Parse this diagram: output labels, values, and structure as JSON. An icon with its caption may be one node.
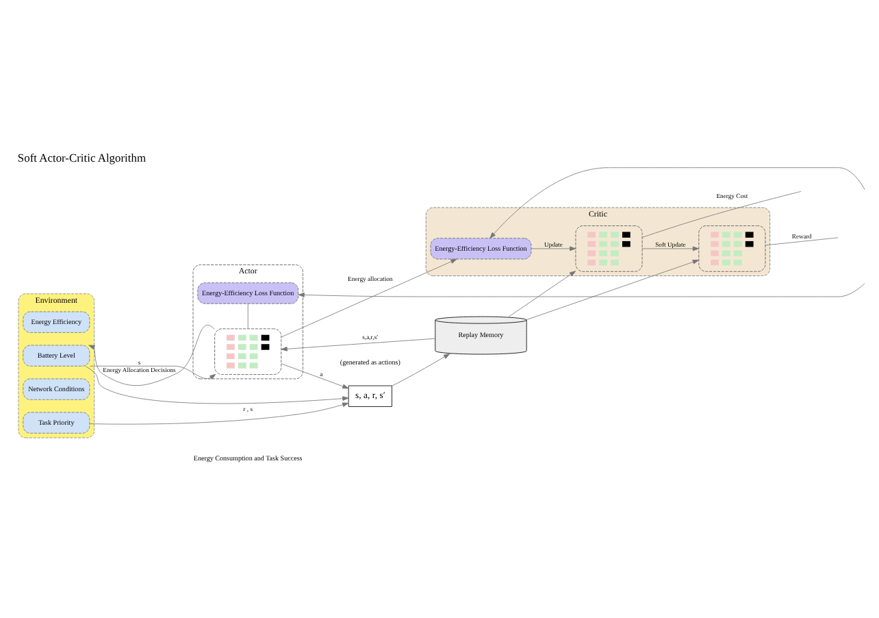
{
  "diagram": {
    "title": "Soft Actor-Critic Algorithm",
    "nodes": [
      {
        "text": [
          "Environment"
        ]
      },
      {
        "text": [
          "Energy Efficiency"
        ],
        "in": 0
      },
      {
        "text": [
          "Battery Level"
        ],
        "in": 0
      },
      {
        "text": [
          "Network Conditions"
        ],
        "in": 0
      },
      {
        "text": [
          "Task Priority"
        ],
        "in": 0
      },
      {
        "text": [
          "Actor"
        ]
      },
      {
        "text": [
          "Energy-Efficiency Loss Function"
        ],
        "in": 5
      },
      {
        "text": [],
        "shape": "picture",
        "in": 5
      },
      {
        "text": [
          "Critic"
        ]
      },
      {
        "text": [
          "Energy-Efficiency Loss Function"
        ],
        "in": 8
      },
      {
        "text": [],
        "shape": "picture",
        "in": 8
      },
      {
        "text": [],
        "shape": "picture",
        "in": 8
      },
      {
        "text": [
          "s, a, r, s′"
        ]
      },
      {
        "text": [
          "Replay Memory"
        ]
      }
    ],
    "edges": [
      {
        "from": null,
        "to": 9,
        "arrow": "to"
      },
      {
        "from": null,
        "to": 6,
        "arrow": "to"
      },
      {
        "from": 6,
        "to": 7,
        "arrow": "none"
      },
      {
        "from": 7,
        "to": 2,
        "label": "Energy Allocation Decisions",
        "arrow": "to"
      },
      {
        "from": 2,
        "to": 7,
        "label": "s",
        "arrow": "to"
      },
      {
        "from": 7,
        "to": 9,
        "label": "Energy allocation",
        "arrow": "to"
      },
      {
        "from": 9,
        "to": 10,
        "label": "Update",
        "arrow": "to"
      },
      {
        "from": 10,
        "to": 11,
        "label": "Soft Update",
        "arrow": "to"
      },
      {
        "from": 10,
        "to": null,
        "label": "Energy Cost",
        "arrow": "none"
      },
      {
        "from": 11,
        "to": null,
        "label": "Reward",
        "arrow": "none"
      },
      {
        "from": 4,
        "to": 12,
        "label": "r , s",
        "arrow": "to"
      },
      {
        "from": 2,
        "to": 12,
        "arrow": "to"
      },
      {
        "from": 7,
        "to": 12,
        "label": "a",
        "arrow": "to"
      },
      {
        "from": 12,
        "to": 13,
        "arrow": "to"
      },
      {
        "from": 13,
        "to": 7,
        "label": "s,a,r,s′",
        "arrow": "to"
      },
      {
        "from": 13,
        "to": 10,
        "arrow": "to"
      },
      {
        "from": 13,
        "to": 11,
        "arrow": "to"
      }
    ],
    "labels": [
      "(generated as actions)",
      "Energy Consumption and Task Success"
    ]
  }
}
